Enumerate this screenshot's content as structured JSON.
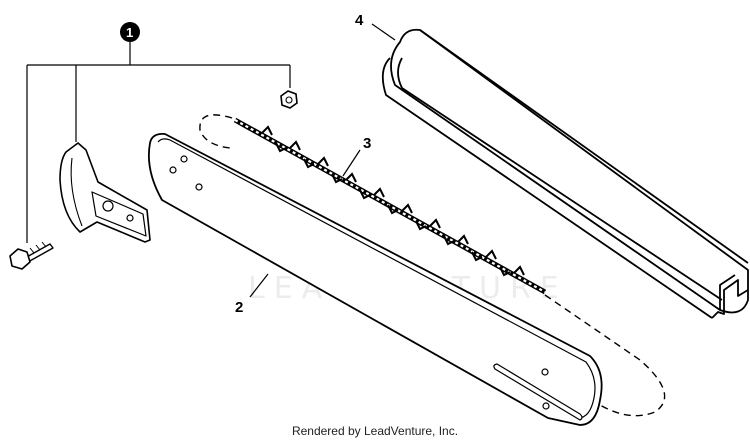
{
  "callouts": {
    "part_1": "1",
    "part_2": "2",
    "part_3": "3",
    "part_4": "4"
  },
  "watermark": "LEADVENTURE",
  "footer": "Rendered by LeadVenture, Inc.",
  "colors": {
    "line": "#000000",
    "background": "#ffffff",
    "badge": "#000000"
  }
}
